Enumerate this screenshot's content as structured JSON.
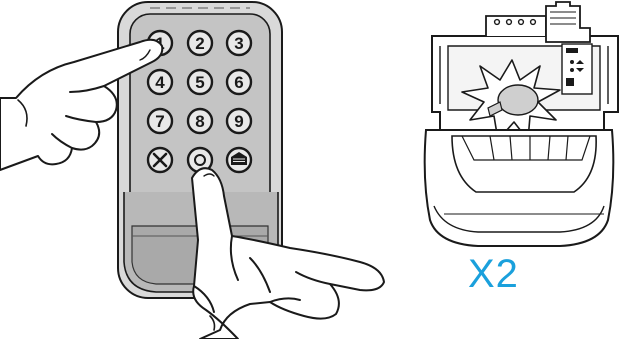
{
  "keypad": {
    "keys": [
      "1",
      "2",
      "3",
      "4",
      "5",
      "6",
      "7",
      "8",
      "9"
    ],
    "clear_icon": "x-icon",
    "enter_icon": "garage-icon",
    "center_icon": "circle-icon"
  },
  "opener": {
    "light_state": "flashing"
  },
  "repeat_label": "X2",
  "colors": {
    "accent": "#1aa0dc",
    "keypad_body": "#d9d9d9",
    "keypad_face": "#c4c4c4",
    "key_fill": "#e8e8e8",
    "outline": "#1a1a1a"
  }
}
